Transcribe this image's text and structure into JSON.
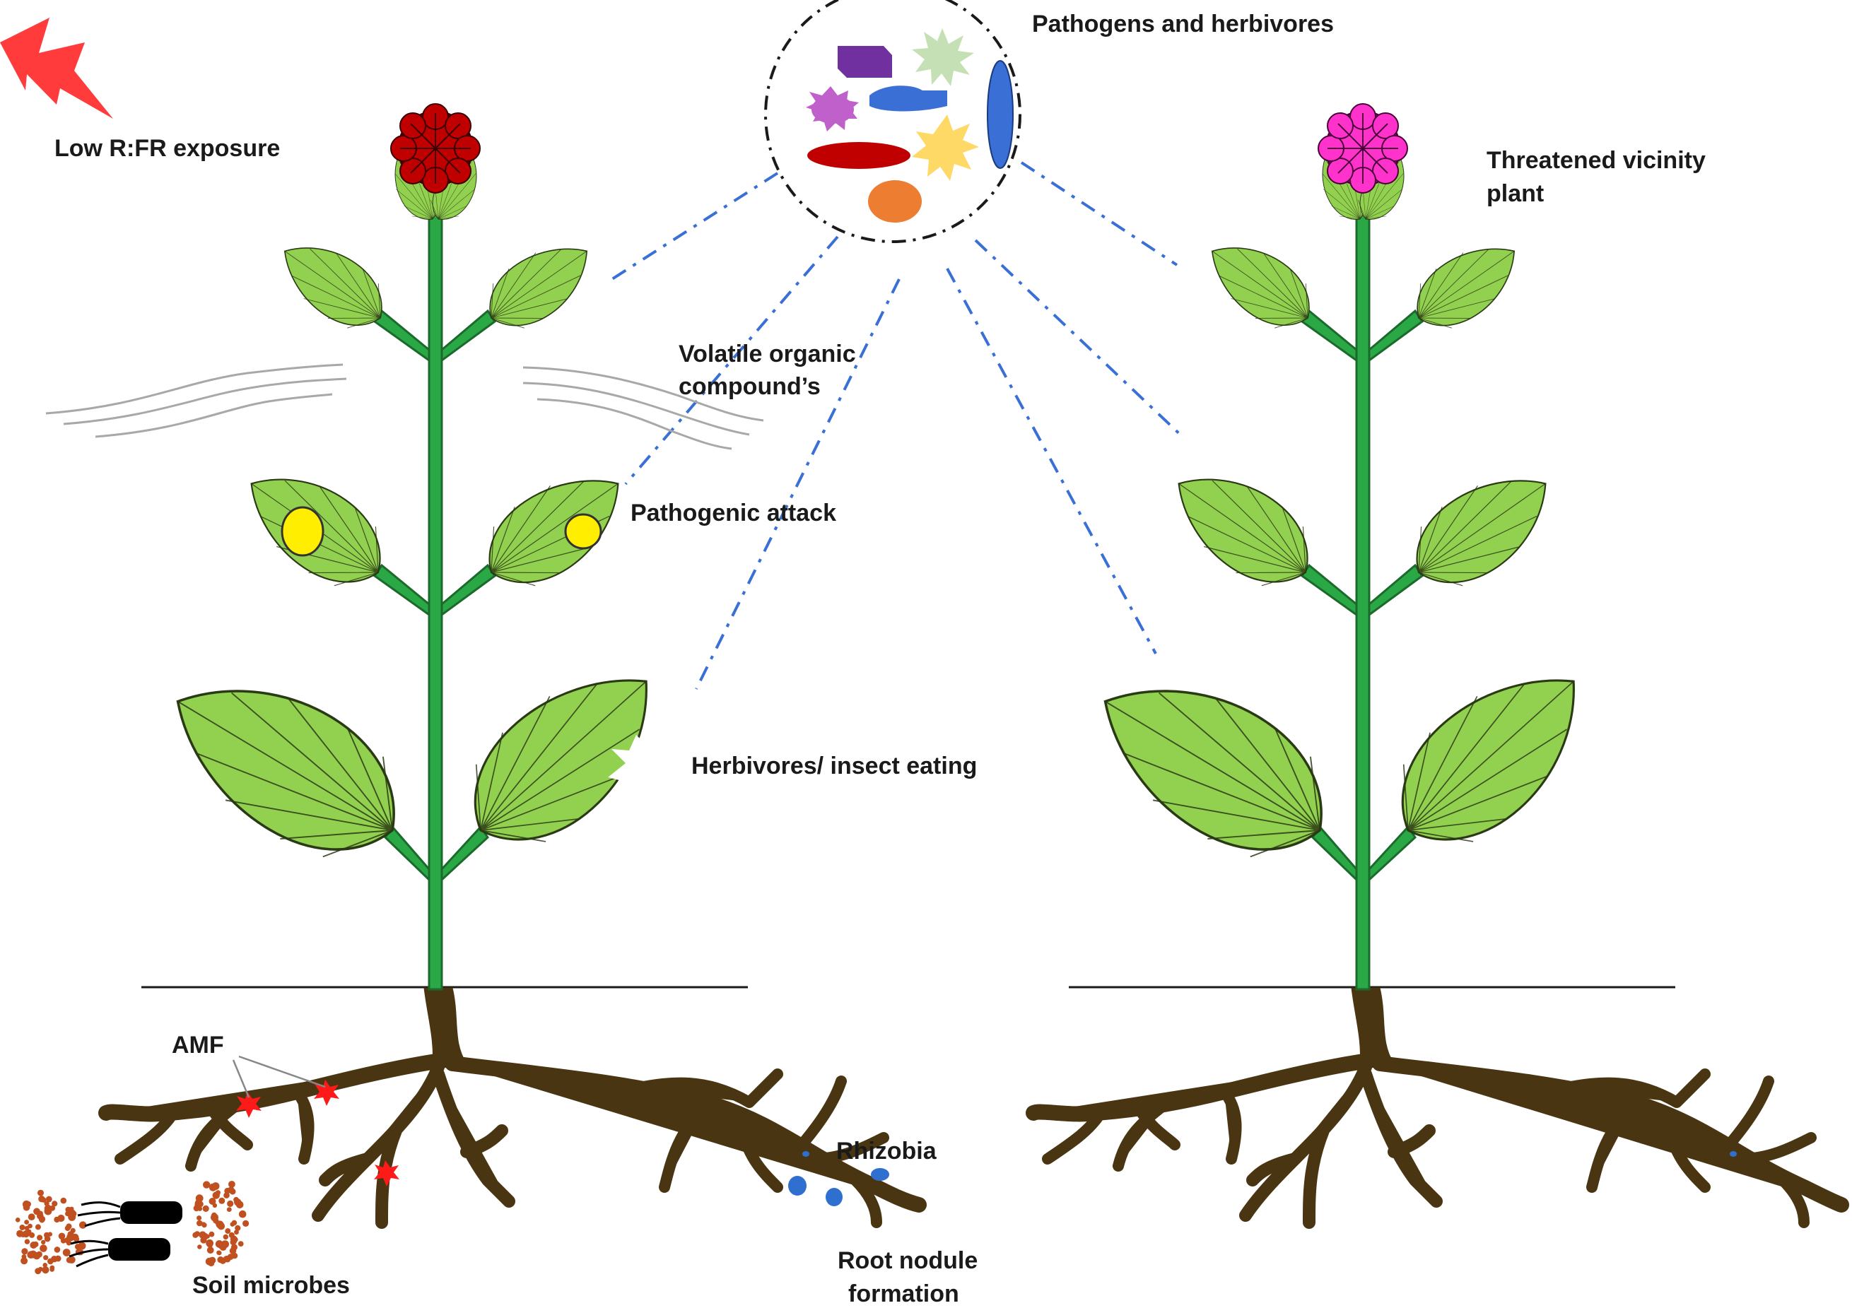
{
  "labels": {
    "low_rfr": "Low R:FR exposure",
    "pathogens_herbivores": "Pathogens and herbivores",
    "threatened_line1": "Threatened vicinity",
    "threatened_line2": "plant",
    "voc_line1": "Volatile organic",
    "voc_line2": "compound’s",
    "pathogenic_attack": "Pathogenic attack",
    "herbivores_eating": "Herbivores/ insect eating",
    "amf": "AMF",
    "rhizobia": "Rhizobia",
    "root_nodule_line1": "Root nodule",
    "root_nodule_line2": "formation",
    "soil_microbes": "Soil microbes"
  },
  "colors": {
    "leaf": "#92d050",
    "stem": "#2aa845",
    "root": "#4a3512",
    "flower_left": "#c00000",
    "flower_right": "#ff33cc",
    "lightning": "#ff3b3b",
    "signal_lines": "#3a6fd6",
    "infection_spot": "#ffee00",
    "amf_mark": "#ff1a1a",
    "nodule": "#2f6fd0",
    "microbe_dots": "#c0501f"
  },
  "icons": [
    "lightning-icon",
    "wind-lines-icon",
    "pathogen-shapes-icon",
    "bacteria-icon"
  ]
}
